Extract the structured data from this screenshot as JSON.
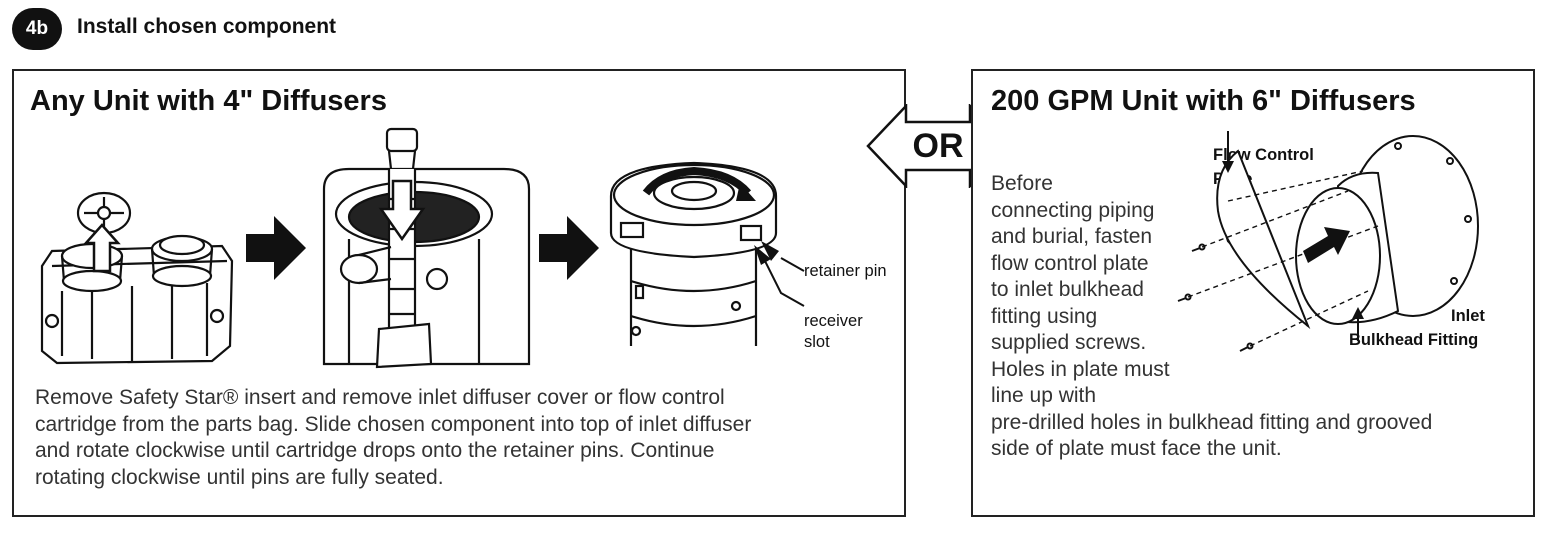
{
  "step": {
    "number": "4b",
    "title": "Install chosen component"
  },
  "left_panel": {
    "title": "Any Unit with 4\" Diffusers",
    "callouts": {
      "retainer_pin": "retainer pin",
      "receiver_slot_line1": "receiver",
      "receiver_slot_line2": "slot"
    },
    "body_lines": [
      "Remove Safety Star® insert and remove inlet diffuser cover or flow control",
      "cartridge from the parts bag. Slide chosen component into top of inlet diffuser",
      "and rotate clockwise until cartridge drops onto the retainer pins. Continue",
      "rotating clockwise until pins are fully seated."
    ]
  },
  "divider": {
    "label": "OR"
  },
  "right_panel": {
    "title": "200 GPM Unit with 6\" Diffusers",
    "callouts": {
      "flow_control_line1": "Flow Control",
      "flow_control_line2": "Plate",
      "inlet_line1": "Inlet",
      "inlet_line2": "Bulkhead Fitting"
    },
    "body_lines": [
      "Before",
      "connecting piping",
      "and burial, fasten",
      "flow control plate",
      "to inlet bulkhead",
      "fitting using",
      "supplied screws.",
      "Holes in plate must",
      "line up with",
      "pre-drilled holes in bulkhead fitting and grooved",
      "side of plate must face the unit."
    ]
  }
}
